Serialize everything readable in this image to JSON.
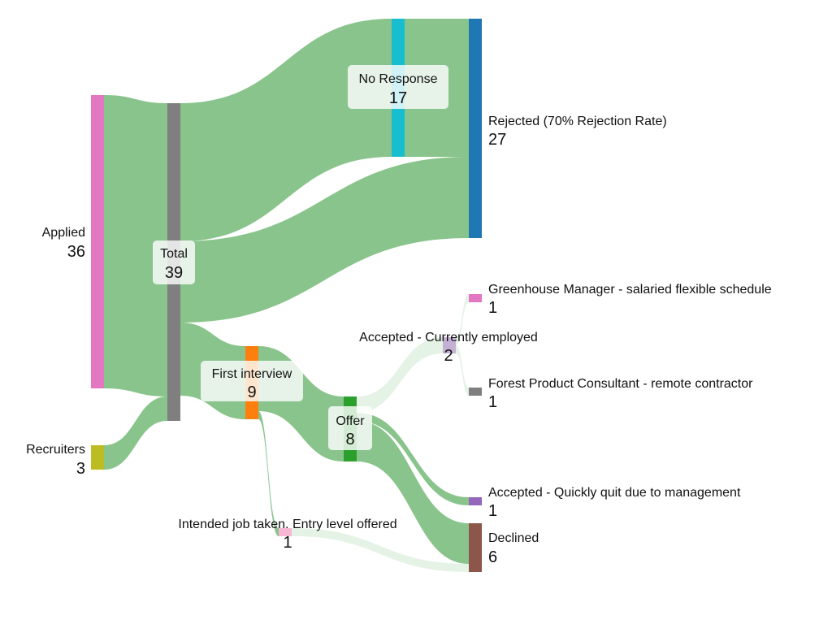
{
  "diagram": {
    "type": "sankey",
    "link_color": "#88c48b",
    "nodes": {
      "applied": {
        "name": "Applied",
        "value": 36,
        "color": "#e377c2"
      },
      "recruiters": {
        "name": "Recruiters",
        "value": 3,
        "color": "#bcbd22"
      },
      "total": {
        "name": "Total",
        "value": 39,
        "color": "#7f7f7f"
      },
      "no_response": {
        "name": "No Response",
        "value": 17,
        "color": "#17becf"
      },
      "first_interview": {
        "name": "First interview",
        "value": 9,
        "color": "#ff7f0e"
      },
      "intended_job": {
        "name": "Intended job taken. Entry level offered",
        "value": 1,
        "color": "#f7b6d2"
      },
      "offer": {
        "name": "Offer",
        "value": 8,
        "color": "#2ca02c"
      },
      "rejected": {
        "name": "Rejected (70% Rejection Rate)",
        "value": 27,
        "color": "#1f77b4"
      },
      "accepted_employed": {
        "name": "Accepted - Currently employed",
        "value": 2,
        "color": "#c5b0d5"
      },
      "greenhouse": {
        "name": "Greenhouse Manager - salaried flexible schedule",
        "value": 1,
        "color": "#e377c2"
      },
      "forest": {
        "name": "Forest Product Consultant - remote contractor",
        "value": 1,
        "color": "#7f7f7f"
      },
      "accepted_quit": {
        "name": "Accepted - Quickly quit due to management",
        "value": 1,
        "color": "#9467bd"
      },
      "declined": {
        "name": "Declined",
        "value": 6,
        "color": "#8c564b"
      }
    },
    "links": [
      {
        "source": "Applied",
        "target": "Total",
        "value": 36
      },
      {
        "source": "Recruiters",
        "target": "Total",
        "value": 3
      },
      {
        "source": "Total",
        "target": "No Response",
        "value": 17
      },
      {
        "source": "Total",
        "target": "Rejected (70% Rejection Rate)",
        "value": 10
      },
      {
        "source": "Total",
        "target": "First interview",
        "value": 9
      },
      {
        "source": "No Response",
        "target": "Rejected (70% Rejection Rate)",
        "value": 17
      },
      {
        "source": "First interview",
        "target": "Offer",
        "value": 8
      },
      {
        "source": "First interview",
        "target": "Intended job taken. Entry level offered",
        "value": 1
      },
      {
        "source": "Offer",
        "target": "Accepted - Currently employed",
        "value": 2
      },
      {
        "source": "Offer",
        "target": "Accepted - Quickly quit due to management",
        "value": 1
      },
      {
        "source": "Offer",
        "target": "Declined",
        "value": 5
      },
      {
        "source": "Intended job taken. Entry level offered",
        "target": "Declined",
        "value": 1
      },
      {
        "source": "Accepted - Currently employed",
        "target": "Greenhouse Manager - salaried flexible schedule",
        "value": 1
      },
      {
        "source": "Accepted - Currently employed",
        "target": "Forest Product Consultant - remote contractor",
        "value": 1
      }
    ]
  }
}
